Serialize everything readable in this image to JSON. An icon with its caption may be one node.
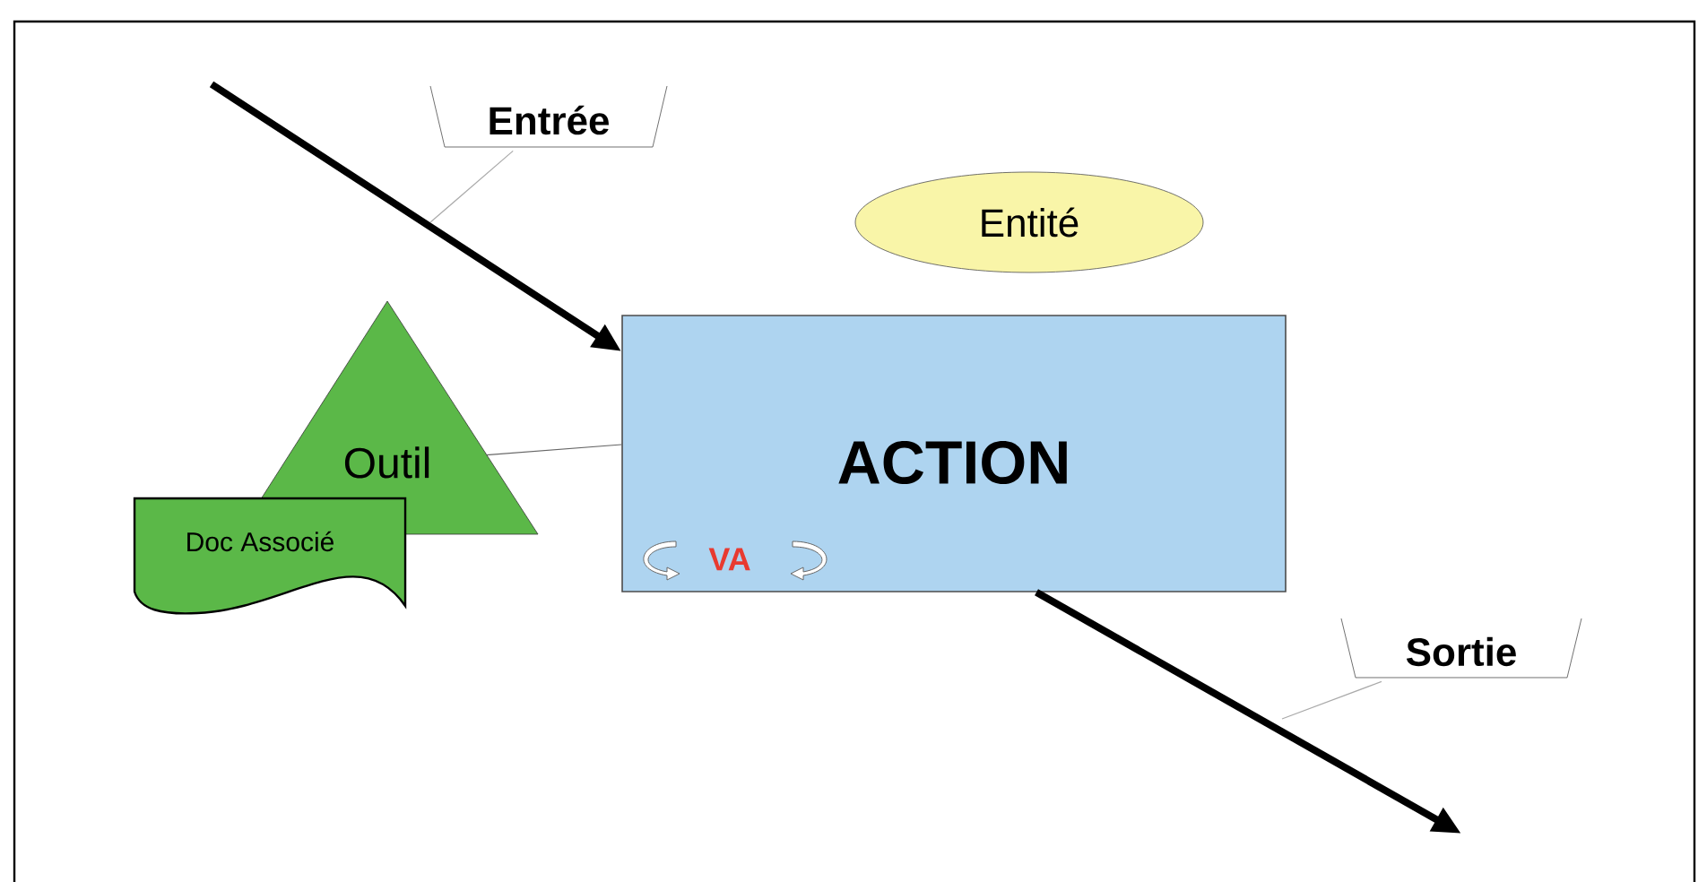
{
  "diagram": {
    "nodes": [
      {
        "text": [
          "ACTION"
        ]
      },
      {
        "text": [
          "Entité"
        ]
      },
      {
        "text": [
          "Outil"
        ]
      },
      {
        "text": [
          "Doc Associé"
        ]
      },
      {
        "text": [
          "Entrée"
        ]
      },
      {
        "text": [
          "Sortie"
        ]
      }
    ],
    "edges": [
      {
        "from": null,
        "to": 0,
        "arrow": "to",
        "style": "thick"
      },
      {
        "from": 0,
        "to": null,
        "arrow": "to",
        "style": "thick"
      },
      {
        "from": 2,
        "to": 0,
        "arrow": "none",
        "color": "#666666"
      },
      {
        "from": 4,
        "to": null,
        "arrow": "none",
        "color": "#aaaaaa"
      },
      {
        "from": 5,
        "to": null,
        "arrow": "none",
        "color": "#aaaaaa"
      }
    ],
    "labels": [
      "VA"
    ]
  }
}
